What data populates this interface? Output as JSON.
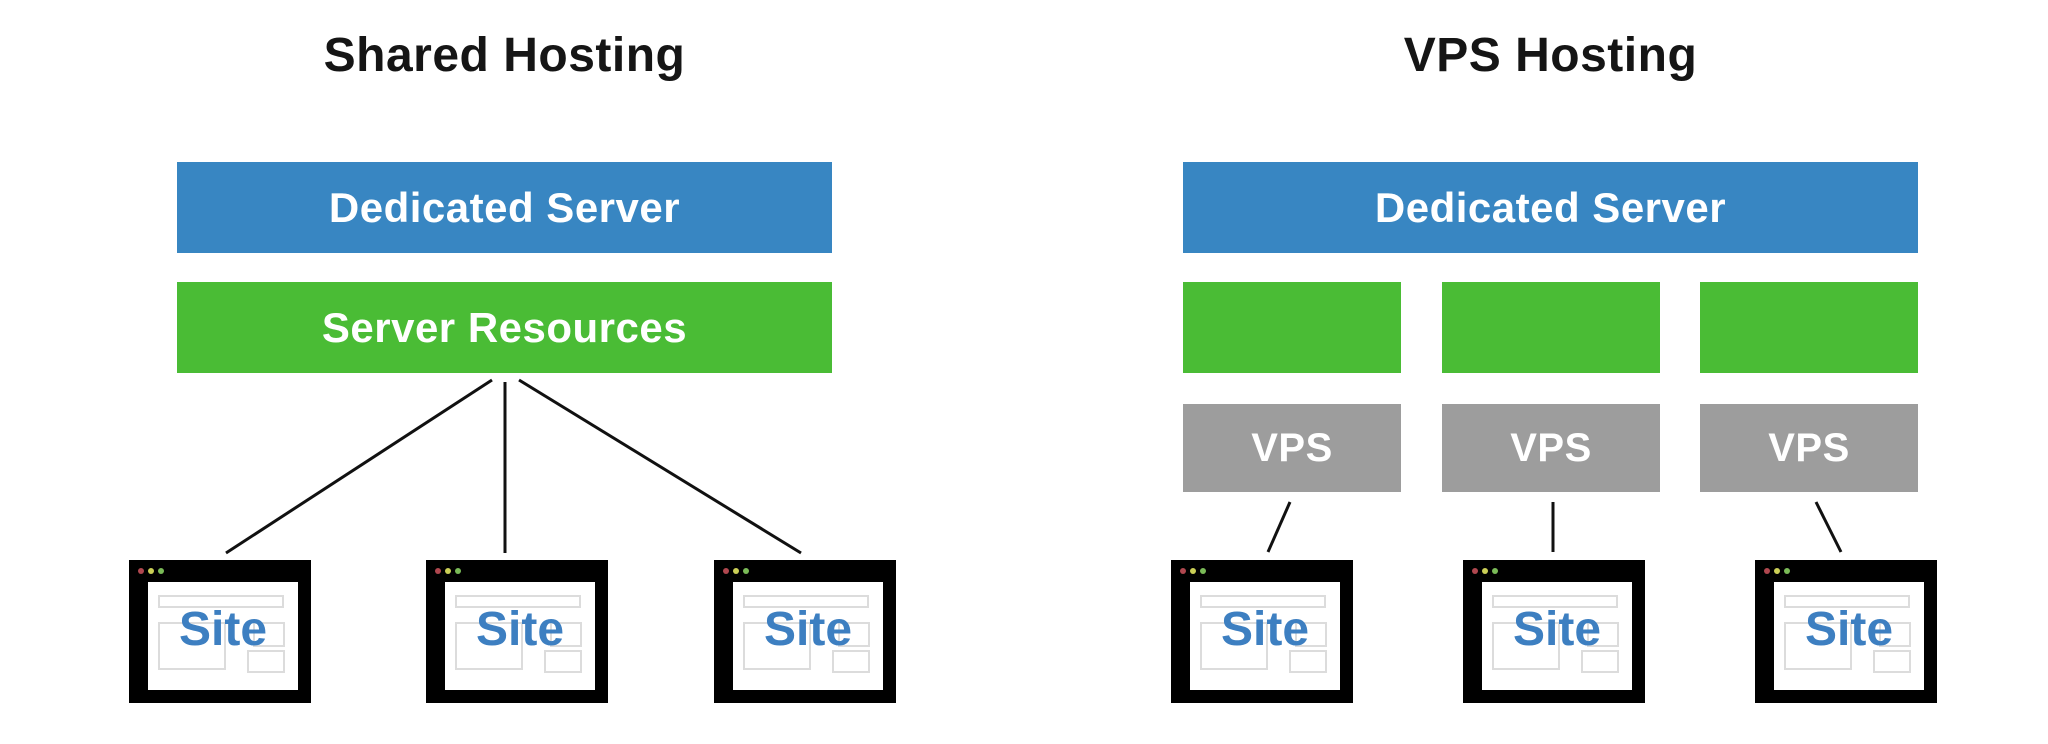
{
  "colors": {
    "blue": "#3886c2",
    "green": "#4abc35",
    "gray": "#9d9d9d",
    "site_text_blue": "#3d7fc1",
    "icon_frame_black": "#000000",
    "wireframe_gray": "#dcdcdc",
    "dot_red": "#b0474f",
    "dot_yellow": "#cbcf56",
    "dot_green": "#7aba57"
  },
  "left_panel": {
    "title": "Shared Hosting",
    "dedicated_server_label": "Dedicated Server",
    "server_resources_label": "Server Resources",
    "sites": [
      {
        "label": "Site"
      },
      {
        "label": "Site"
      },
      {
        "label": "Site"
      }
    ]
  },
  "right_panel": {
    "title": "VPS Hosting",
    "dedicated_server_label": "Dedicated Server",
    "green_blocks": [
      "",
      "",
      ""
    ],
    "vps_labels": [
      "VPS",
      "VPS",
      "VPS"
    ],
    "sites": [
      {
        "label": "Site"
      },
      {
        "label": "Site"
      },
      {
        "label": "Site"
      }
    ]
  }
}
